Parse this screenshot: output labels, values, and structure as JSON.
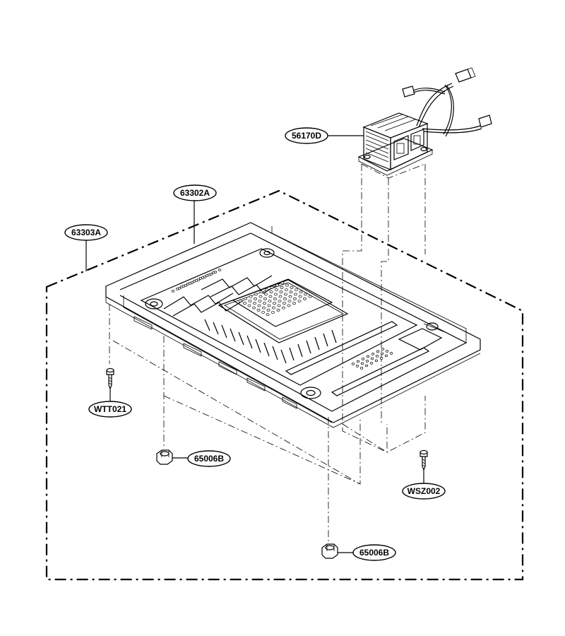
{
  "parts": {
    "transformer": "56170D",
    "base_plate": "63302A",
    "base_assembly": "63303A",
    "screw_left": "WTT021",
    "nut_upper": "65006B",
    "nut_lower": "65006B",
    "screw_right": "WSZ002"
  }
}
